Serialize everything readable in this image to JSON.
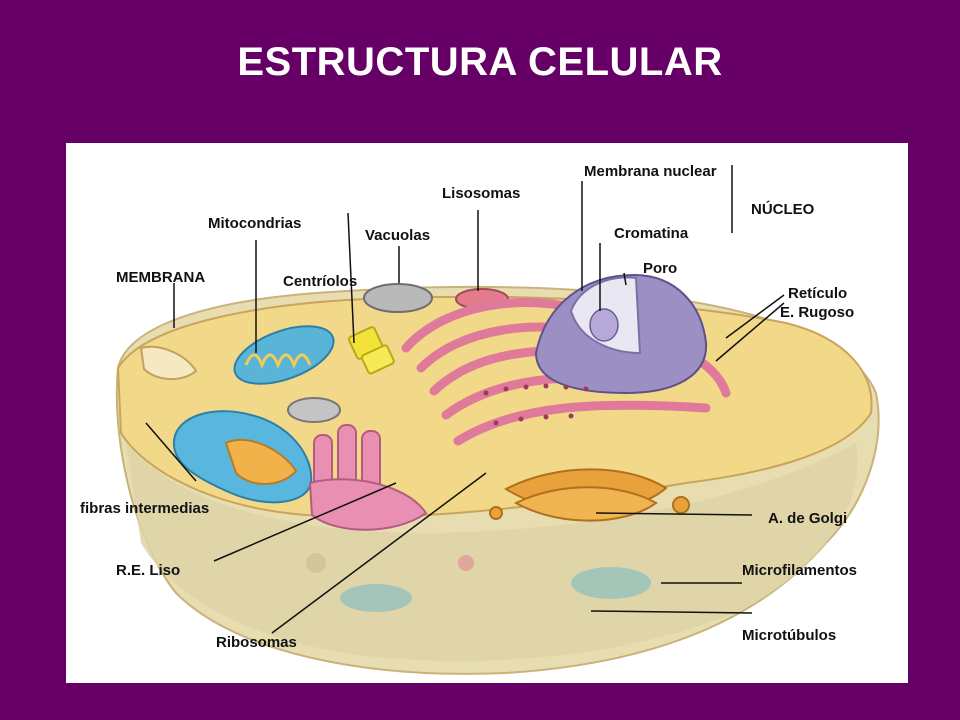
{
  "slide": {
    "title": "ESTRUCTURA CELULAR"
  },
  "labels": {
    "membrana_nuclear": "Membrana nuclear",
    "nucleo": "NÚCLEO",
    "lisosomas": "Lisosomas",
    "mitocondrias": "Mitocondrias",
    "vacuolas": "Vacuolas",
    "cromatina": "Cromatina",
    "poro": "Poro",
    "membrana": "MEMBRANA",
    "centriolos": "Centríolos",
    "reticulo": "Retículo",
    "e_rugoso": "E. Rugoso",
    "fibras": "fibras intermedias",
    "golgi": "A. de Golgi",
    "re_liso": "R.E. Liso",
    "microfilamentos": "Microfilamentos",
    "ribosomas": "Ribosomas",
    "microtubulos": "Microtúbulos"
  },
  "colors": {
    "background": "#660066",
    "cytoplasm": "#f2d98a",
    "nucleus": "#9b8fc4",
    "mitochondria": "#5ab4d8",
    "rough_er": "#e07a9a",
    "golgi": "#e9a23b",
    "centriole": "#f2e23a"
  }
}
